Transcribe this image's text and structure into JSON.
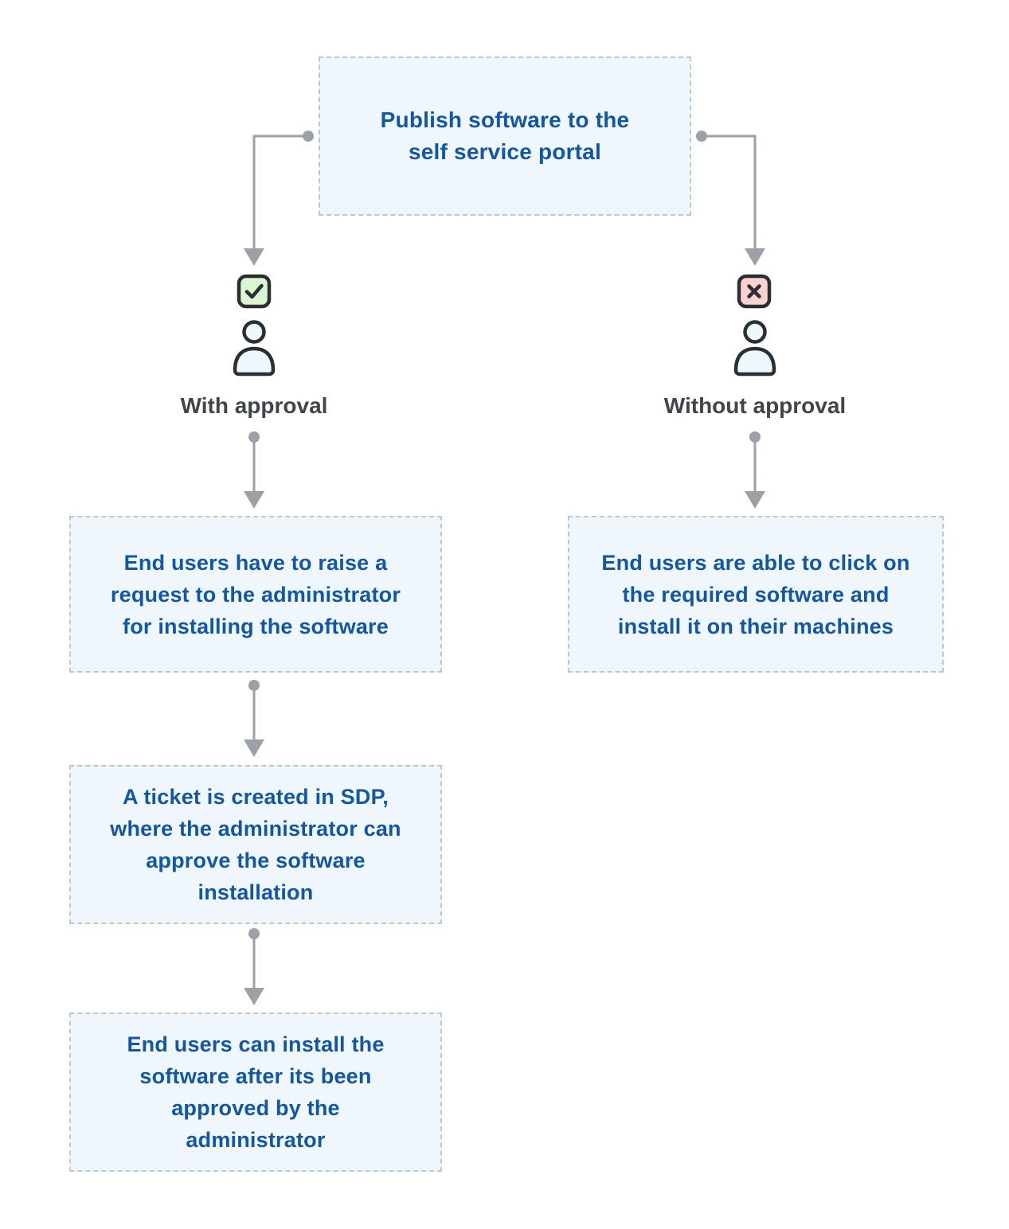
{
  "flow": {
    "root_text": "Publish software  to the\nself service portal",
    "left_branch": {
      "label": "With approval",
      "status_icon": "checkbox-checked-icon",
      "steps": [
        "End users have to raise a\nrequest to the administrator\nfor installing the software",
        "A ticket is created in SDP,\nwhere the administrator can\napprove the software\ninstallation",
        "End users can install the\nsoftware after its been\napproved by the\nadministrator"
      ]
    },
    "right_branch": {
      "label": "Without approval",
      "status_icon": "x-square-icon",
      "steps": [
        "End users are able to click on\nthe required software and\ninstall it on their machines"
      ]
    },
    "icons": {
      "approve": "checkbox-checked-icon",
      "reject": "x-square-icon",
      "user": "person-icon"
    },
    "colors": {
      "box_fill": "#eff7fc",
      "box_border": "#b7c9d6",
      "box_text": "#1157a6",
      "label_text": "#404549",
      "connector": "#9ba1a6",
      "approve_fill": "#d9f6cf",
      "reject_fill": "#fbd2d0",
      "icon_stroke": "#2b2f33"
    }
  }
}
